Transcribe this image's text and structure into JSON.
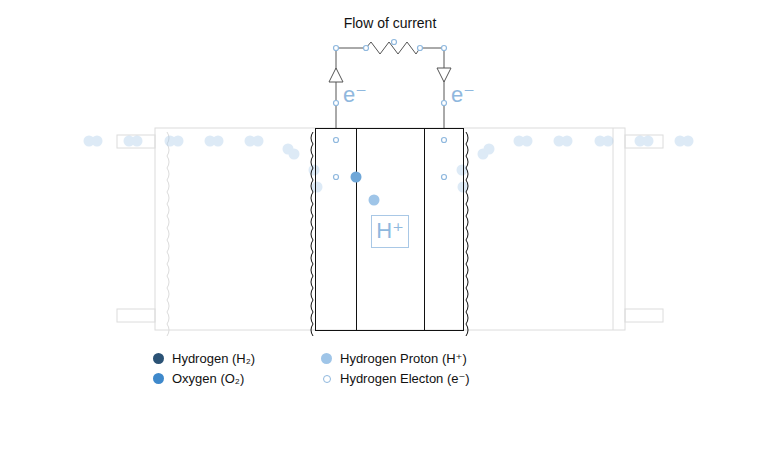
{
  "diagram": {
    "title": "Flow of current",
    "nodes": [
      {
        "text": [
          "H⁺"
        ]
      }
    ],
    "labels": [
      "e⁻",
      "e⁻"
    ],
    "legend": [
      {
        "text": "Hydrogen (H₂)",
        "color": "#2b5275"
      },
      {
        "text": "Oxygen (O₂)",
        "color": "#3f89cb"
      },
      {
        "text": "Hydrogen Proton (H⁺)",
        "color": "#9fc5e8"
      },
      {
        "text": "Hydrogen Electon (e⁻)"
      }
    ]
  }
}
